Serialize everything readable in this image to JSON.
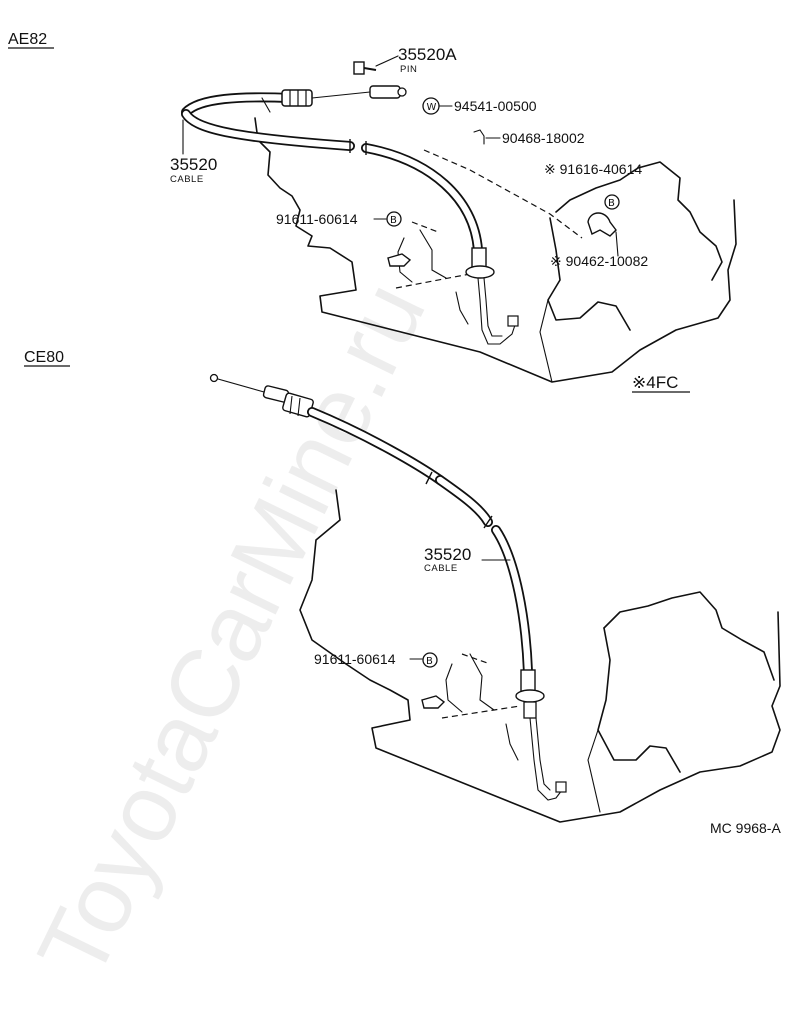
{
  "watermark": "ToyotaCarMine.ru",
  "sections": {
    "top": "AE82",
    "bottom": "CE80"
  },
  "note": "※4FC",
  "reference": "MC  9968-A",
  "top_parts": {
    "pin_number": "35520A",
    "pin_name": "PIN",
    "cable_number": "35520",
    "cable_name": "CABLE",
    "washer_symbol": "W",
    "washer_number": "94541-00500",
    "cotter_number": "90468-18002",
    "bolt_star_number": "※ 91616-40614",
    "bolt_star_symbol": "B",
    "clamp_number": "※ 90462-10082",
    "bolt_number": "91611-60614",
    "bolt_symbol": "B"
  },
  "bottom_parts": {
    "cable_number": "35520",
    "cable_name": "CABLE",
    "bolt_number": "91611-60614",
    "bolt_symbol": "B"
  }
}
